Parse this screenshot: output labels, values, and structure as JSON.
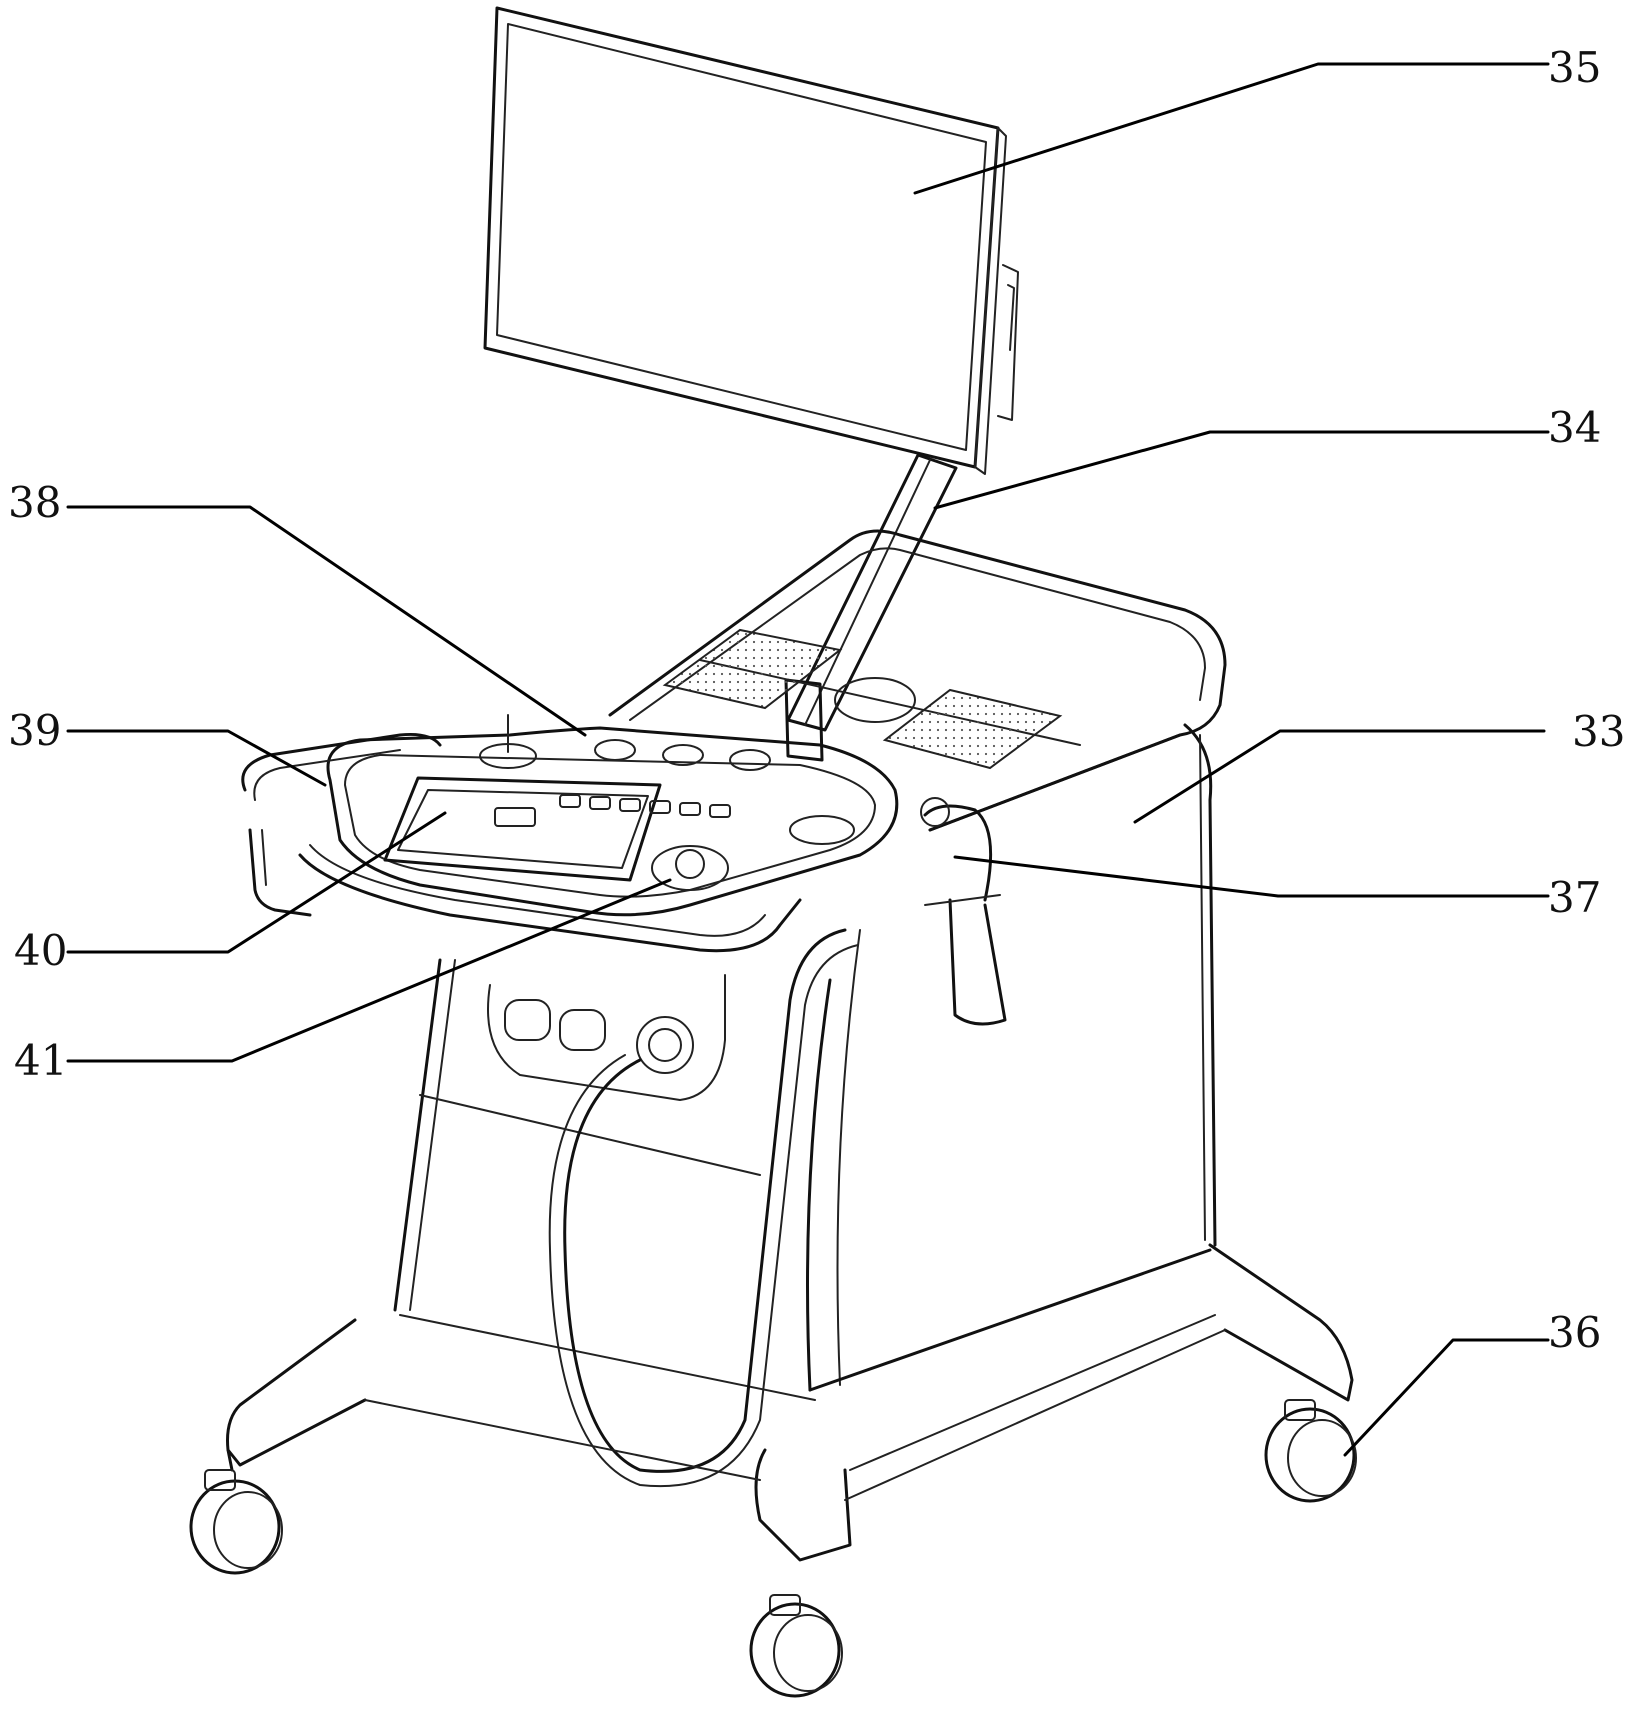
{
  "callouts": [
    {
      "id": "c35",
      "label": "35",
      "part": "display-screen"
    },
    {
      "id": "c34",
      "label": "34",
      "part": "display-support-arm"
    },
    {
      "id": "c38",
      "label": "38",
      "part": "control-panel-knobs"
    },
    {
      "id": "c39",
      "label": "39",
      "part": "side-tray"
    },
    {
      "id": "c33",
      "label": "33",
      "part": "main-cabinet"
    },
    {
      "id": "c37",
      "label": "37",
      "part": "probe-holder"
    },
    {
      "id": "c40",
      "label": "40",
      "part": "touch-screen"
    },
    {
      "id": "c41",
      "label": "41",
      "part": "trackball"
    },
    {
      "id": "c36",
      "label": "36",
      "part": "caster-wheel"
    }
  ]
}
